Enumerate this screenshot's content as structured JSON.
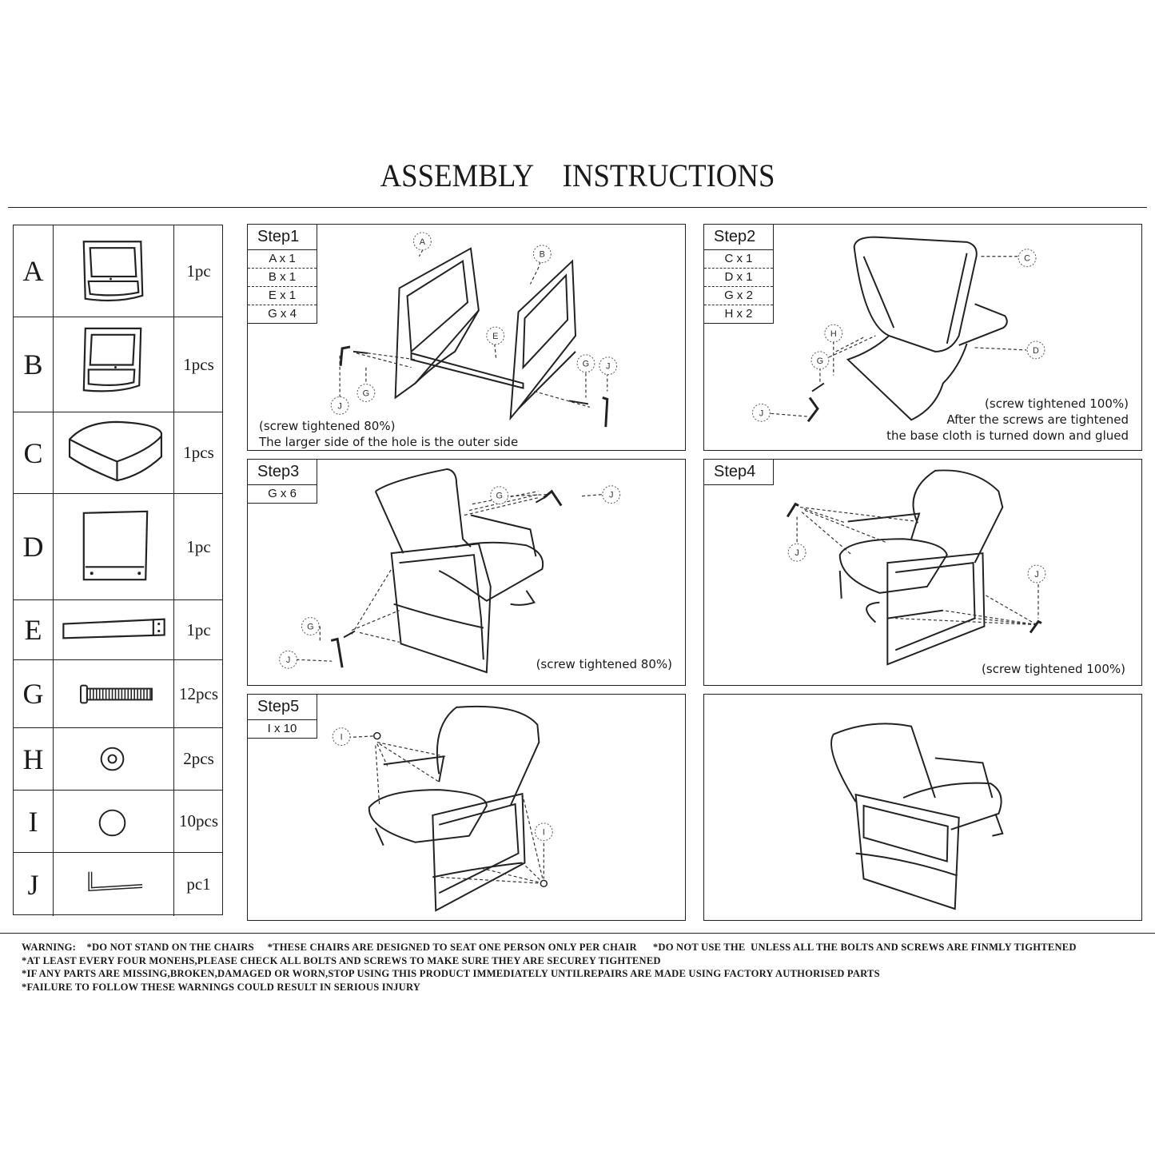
{
  "header": {
    "title": "ASSEMBLY    INSTRUCTIONS"
  },
  "parts": [
    {
      "letter": "A",
      "qty": "1pc"
    },
    {
      "letter": "B",
      "qty": "1pcs"
    },
    {
      "letter": "C",
      "qty": "1pcs"
    },
    {
      "letter": "D",
      "qty": "1pc"
    },
    {
      "letter": "E",
      "qty": "1pc"
    },
    {
      "letter": "G",
      "qty": "12pcs"
    },
    {
      "letter": "H",
      "qty": "2pcs"
    },
    {
      "letter": "I",
      "qty": "10pcs"
    },
    {
      "letter": "J",
      "qty": "pc1"
    }
  ],
  "steps": {
    "step1": {
      "label": "Step1",
      "items": [
        "A x 1",
        "B x 1",
        "E x 1",
        "G x 4"
      ],
      "note1": "(screw tightened 80%)",
      "note2": "The larger side of the hole is the outer side",
      "callouts": [
        "A",
        "B",
        "E",
        "G",
        "J",
        "G",
        "J"
      ]
    },
    "step2": {
      "label": "Step2",
      "items": [
        "C x 1",
        "D x 1",
        "G x 2",
        "H x 2"
      ],
      "note1": "(screw tightened 100%)",
      "note2": "After the screws are tightened",
      "note3": "the base cloth is turned down and glued",
      "callouts": [
        "C",
        "D",
        "H",
        "G",
        "J"
      ]
    },
    "step3": {
      "label": "Step3",
      "items": [
        "G x 6"
      ],
      "note1": "(screw tightened 80%)",
      "callouts": [
        "G",
        "J",
        "G",
        "J"
      ]
    },
    "step4": {
      "label": "Step4",
      "note1": "(screw tightened 100%)",
      "callouts": [
        "J",
        "J"
      ]
    },
    "step5": {
      "label": "Step5",
      "items": [
        "I x 10"
      ],
      "callouts": [
        "I",
        "I"
      ]
    }
  },
  "warnings": [
    "WARNING:    *DO NOT STAND ON THE CHAIRS     *THESE CHAIRS ARE DESIGNED TO SEAT ONE PERSON ONLY PER CHAIR      *DO NOT USE THE  UNLESS ALL THE BOLTS AND SCREWS ARE FINMLY TIGHTENED",
    "*AT LEAST EVERY FOUR MONEHS,PLEASE CHECK ALL BOLTS AND SCREWS TO MAKE SURE THEY ARE SECUREY TIGHTENED",
    "*IF ANY PARTS ARE MISSING,BROKEN,DAMAGED OR WORN,STOP USING THIS PRODUCT IMMEDIATELY UNTILREPAIRS ARE MADE USING FACTORY AUTHORISED PARTS",
    "*FAILURE TO FOLLOW THESE WARNINGS COULD RESULT IN SERIOUS INJURY"
  ]
}
